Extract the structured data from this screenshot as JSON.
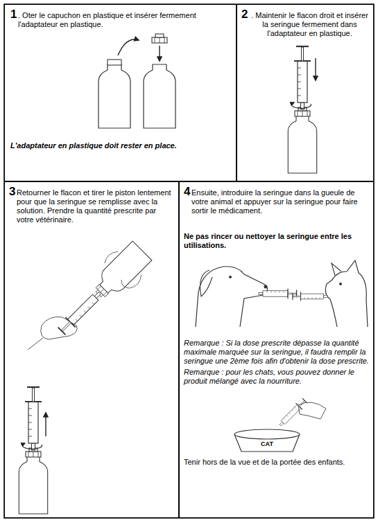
{
  "diagram": {
    "nodes": [
      {
        "text": [
          "1",
          ". Oter le capuchon en plastique et insérer fermement l'adaptateur en plastique.",
          "L'adaptateur en plastique doit rester en place."
        ]
      },
      {
        "text": [
          "2",
          ". Maintenir le flacon droit et insérer la seringue fermement dans l'adaptateur en plastique."
        ]
      },
      {
        "text": [
          "3",
          " Retourner le flacon et tirer le piston lentement pour que la seringue se remplisse avec la solution. Prendre la quantité prescrite par votre vétérinaire."
        ]
      },
      {
        "text": [
          "4",
          " Ensuite, introduire la seringue dans la gueule de votre animal et appuyer sur la seringue pour faire sortir le médicament.",
          "Ne pas rincer ou nettoyer la seringue entre les utilisations.",
          "Remarque : Si la dose prescrite dépasse la quantité maximale marquée sur la seringue, il faudra remplir la seringue une 2ème fois afin d'obtenir la dose prescrite.",
          "Remarque : pour les chats, vous pouvez donner le produit mélangé avec la nourriture.",
          "Tenir hors de la vue et de la portée des enfants."
        ]
      }
    ],
    "labels": [
      "CAT"
    ]
  }
}
